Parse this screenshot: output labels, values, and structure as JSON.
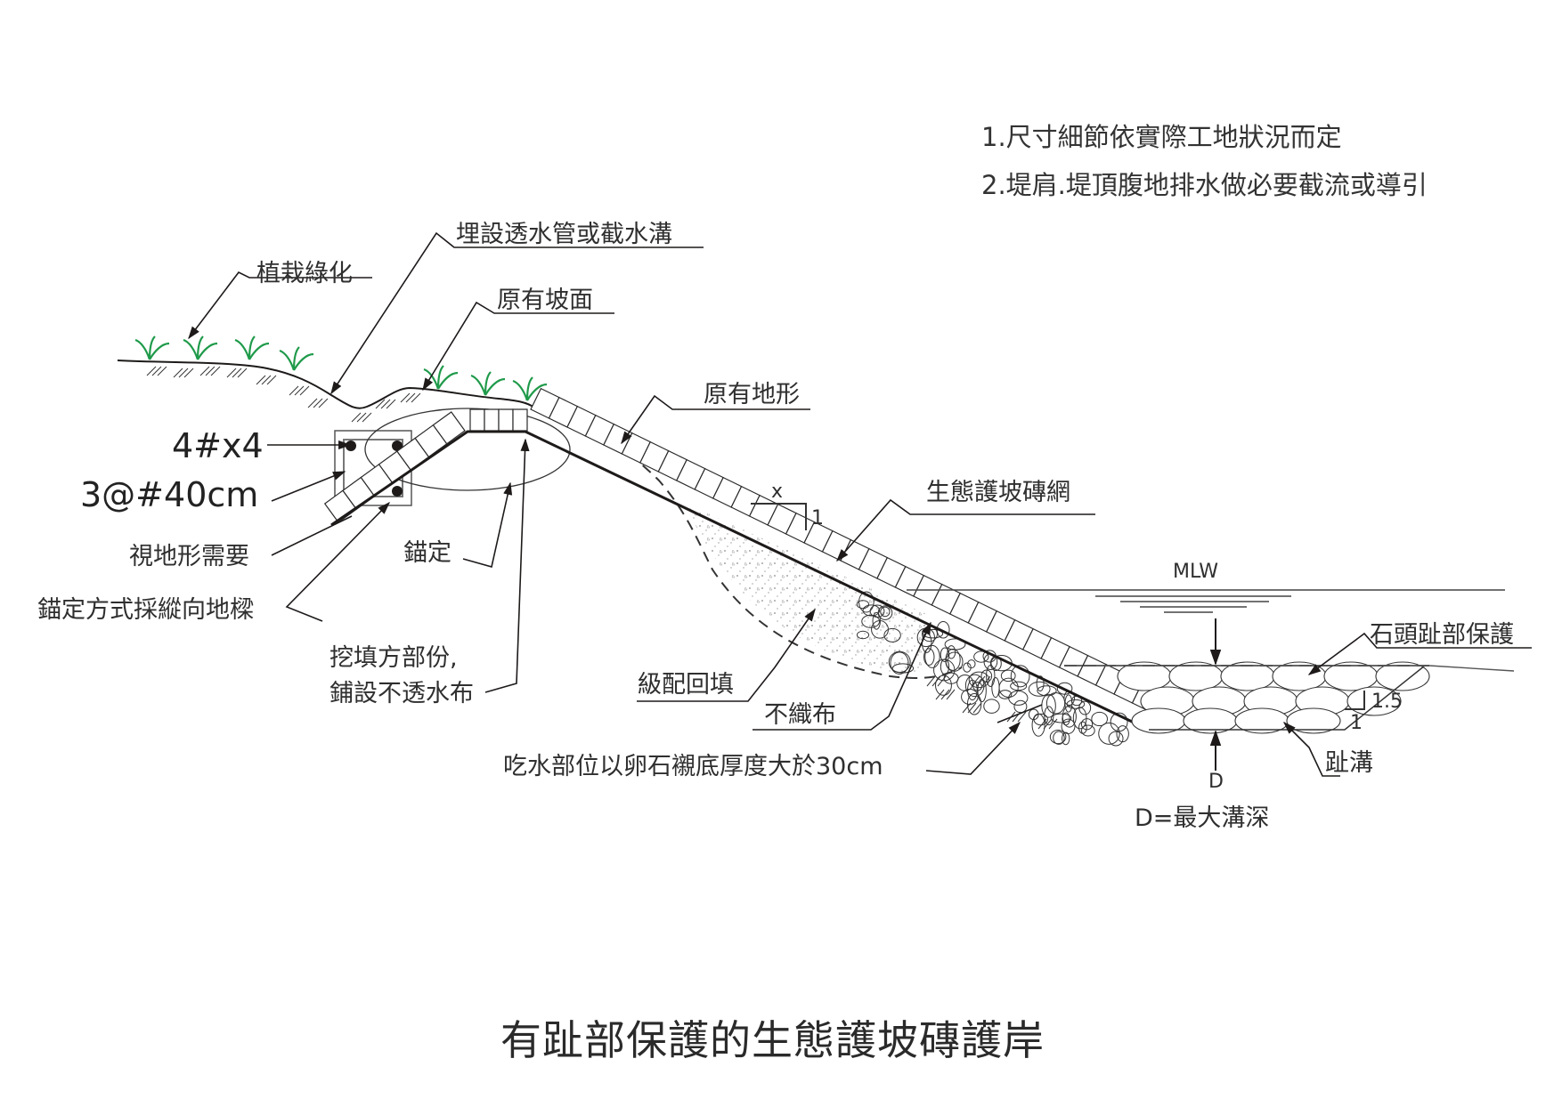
{
  "title": "有趾部保護的生態護坡磚護岸",
  "notes": [
    "1.尺寸細節依實際工地狀況而定",
    "2.堤肩.堤頂腹地排水做必要截流或導引"
  ],
  "callouts": {
    "planting": "植栽綠化",
    "drain_pipe": "埋設透水管或截水溝",
    "original_slope_face": "原有坡面",
    "original_terrain": "原有地形",
    "eco_brick_mesh": "生態護坡磚網",
    "rebar_main": "4#x4",
    "rebar_stirrup": "3@#40cm",
    "as_needed": "視地形需要",
    "anchor": "錨定",
    "anchor_method": "錨定方式採縱向地樑",
    "cut_fill_line1": "挖填方部份,",
    "cut_fill_line2": "鋪設不透水布",
    "graded_backfill": "級配回填",
    "geotextile": "不織布",
    "cobble_lining": "吃水部位以卵石襯底厚度大於30cm",
    "stone_toe": "石頭趾部保護",
    "toe_trench": "趾溝",
    "depth_note": "D=最大溝深"
  },
  "dimensions": {
    "slope_h": "x",
    "slope_v": "1",
    "water_level": "MLW",
    "toe_slope_v": "1.5",
    "toe_slope_h": "1",
    "depth_symbol": "D"
  },
  "colors": {
    "line": "#1e1a1a",
    "text": "#2f2f2f",
    "grass": "#1f9a4a",
    "fill_dots": "#8a8a8a"
  }
}
